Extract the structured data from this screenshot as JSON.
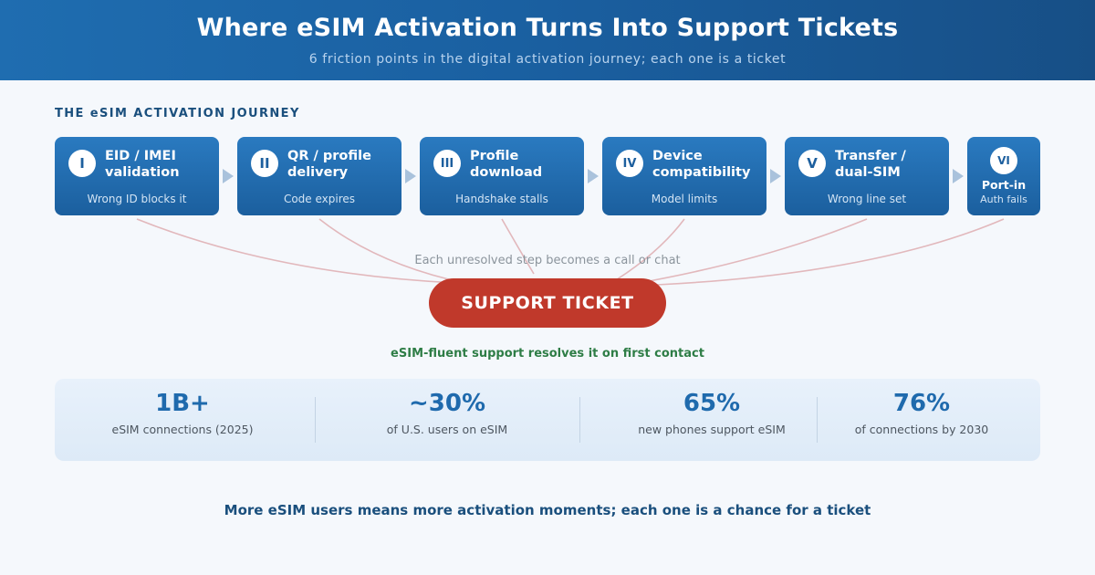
{
  "header": {
    "title": "Where eSIM Activation Turns Into Support Tickets",
    "subtitle": "6 friction points in the digital activation journey; each one is a ticket"
  },
  "journey": {
    "label": "THE eSIM ACTIVATION JOURNEY",
    "steps": [
      {
        "numeral": "I",
        "title": "EID / IMEI validation",
        "issue": "Wrong ID blocks it"
      },
      {
        "numeral": "II",
        "title": "QR / profile delivery",
        "issue": "Code expires"
      },
      {
        "numeral": "III",
        "title": "Profile download",
        "issue": "Handshake stalls"
      },
      {
        "numeral": "IV",
        "title": "Device compatibility",
        "issue": "Model limits"
      },
      {
        "numeral": "V",
        "title": "Transfer / dual-SIM",
        "issue": "Wrong line set"
      },
      {
        "numeral": "VI",
        "title": "Port-in",
        "issue": "Auth fails"
      }
    ]
  },
  "connector_caption": "Each unresolved step becomes a call or chat",
  "ticket_label": "SUPPORT TICKET",
  "resolution_note": "eSIM-fluent support resolves it on first contact",
  "stats": [
    {
      "value": "1B+",
      "label": "eSIM connections (2025)"
    },
    {
      "value": "~30%",
      "label": "of U.S. users on eSIM"
    },
    {
      "value": "65%",
      "label": "new phones support eSIM"
    },
    {
      "value": "76%",
      "label": "of connections by 2030"
    }
  ],
  "footer": "More eSIM users means more activation moments; each one is a chance for a ticket",
  "colors": {
    "header_blue": "#1a5fa0",
    "step_blue": "#1f6aad",
    "ticket_red": "#c0392b",
    "connector_pink": "#e2b8bc",
    "resolve_green": "#2e7d46"
  }
}
